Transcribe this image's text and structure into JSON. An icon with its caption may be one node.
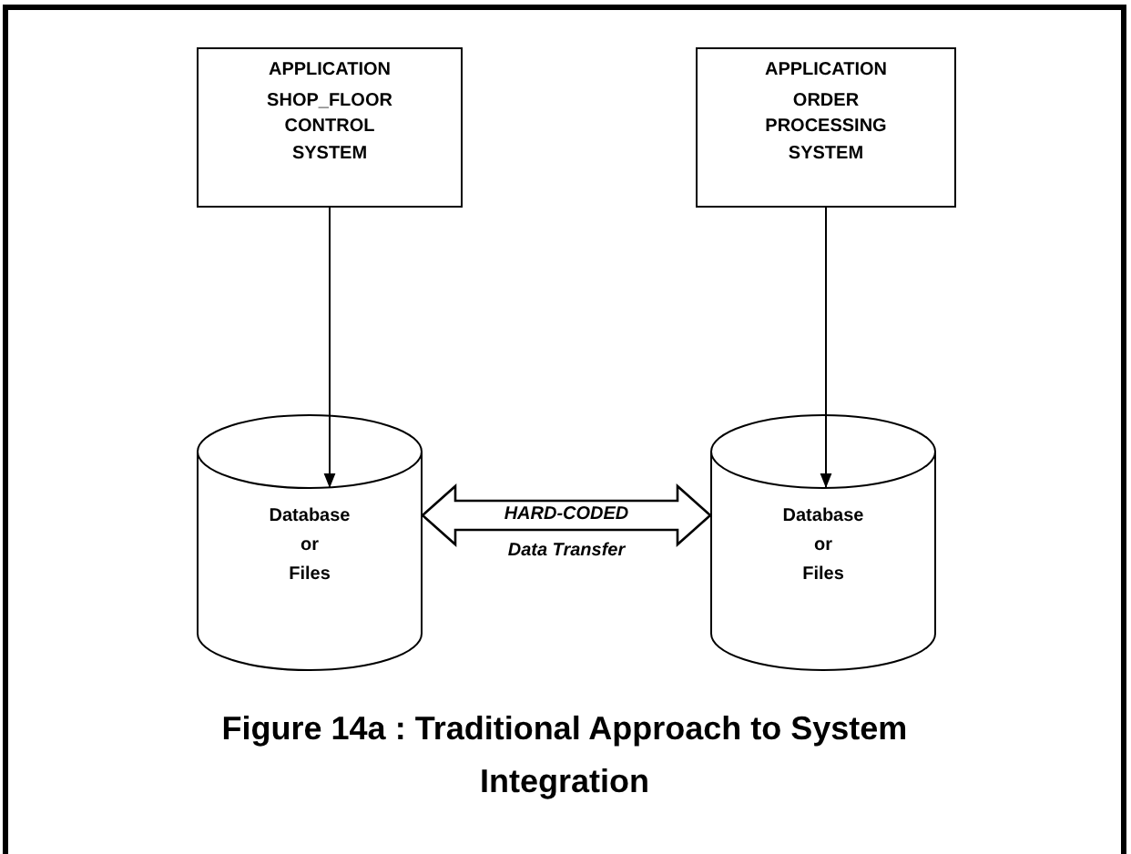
{
  "diagram": {
    "caption": "Figure 14a : Traditional Approach to System Integration",
    "nodes": [
      {
        "text": [
          "APPLICATION",
          "SHOP_FLOOR CONTROL SYSTEM"
        ]
      },
      {
        "text": [
          "APPLICATION",
          "ORDER PROCESSING SYSTEM"
        ]
      },
      {
        "text": [
          "Database or Files"
        ]
      },
      {
        "text": [
          "Database or Files"
        ]
      }
    ],
    "edges": [
      {
        "from": 0,
        "to": 2,
        "arrow": "to"
      },
      {
        "from": 1,
        "to": 3,
        "arrow": "to"
      },
      {
        "from": 2,
        "to": 3,
        "arrow": "both",
        "label": "HARD-CODED",
        "style": "thick"
      }
    ],
    "labels": [
      "Data Transfer"
    ]
  }
}
